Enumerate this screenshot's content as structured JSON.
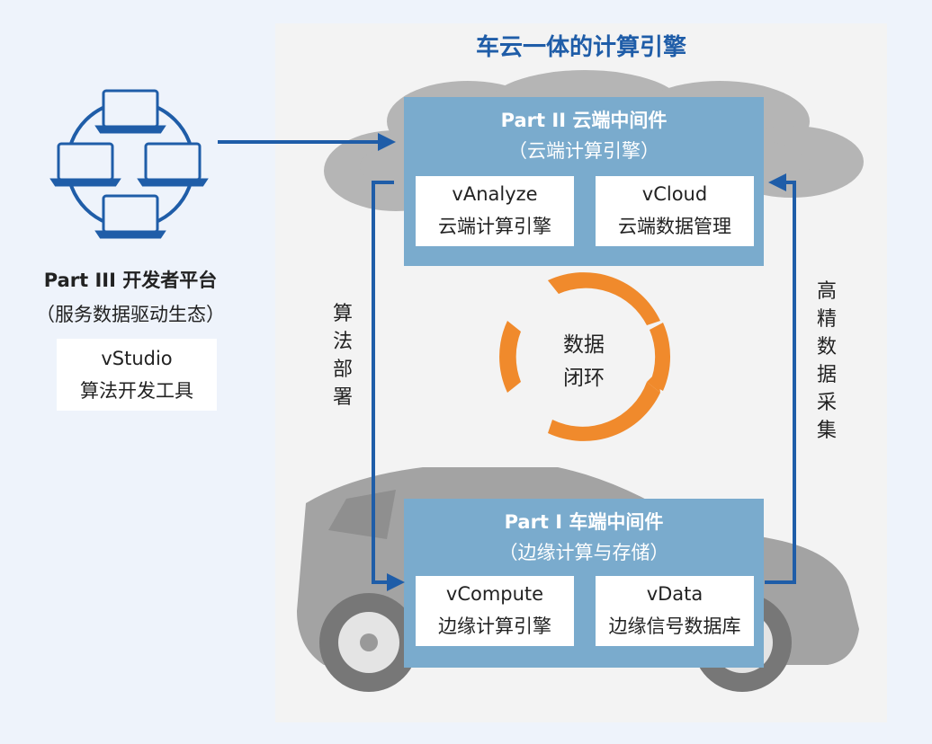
{
  "title": "车云一体的计算引擎",
  "cloud_box": {
    "title": "Part II 云端中间件",
    "subtitle": "（云端计算引擎）",
    "items": [
      {
        "name": "vAnalyze",
        "desc": "云端计算引擎"
      },
      {
        "name": "vCloud",
        "desc": "云端数据管理"
      }
    ]
  },
  "car_box": {
    "title": "Part I 车端中间件",
    "subtitle": "（边缘计算与存储）",
    "items": [
      {
        "name": "vCompute",
        "desc": "边缘计算引擎"
      },
      {
        "name": "vData",
        "desc": "边缘信号数据库"
      }
    ]
  },
  "developer": {
    "title": "Part III 开发者平台",
    "subtitle": "（服务数据驱动生态）",
    "tool_name": "vStudio",
    "tool_desc": "算法开发工具"
  },
  "left_flow_label": "算法部署",
  "right_flow_label": "高精数据采集",
  "cycle_label": [
    "数据",
    "闭环"
  ],
  "colors": {
    "title": "#1f5da8",
    "box": "#7aabcd",
    "arrow": "#1f5da8",
    "cycle": "#f08a2c",
    "illustration": "#a9a9a9"
  },
  "icons": [
    "laptop-network-icon",
    "cloud-icon",
    "car-icon",
    "cycle-arrows-icon"
  ]
}
